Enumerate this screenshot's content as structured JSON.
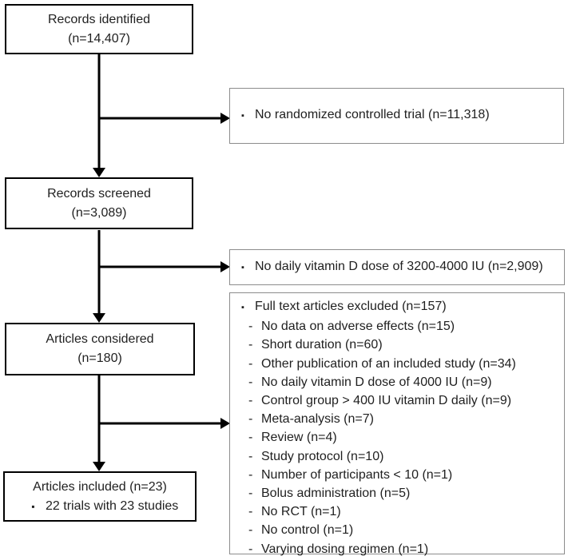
{
  "colors": {
    "background": "#ffffff",
    "text": "#1f1f1f",
    "box_border": "#000000",
    "exclusion_border": "#8c8c8c",
    "arrow": "#000000"
  },
  "glyphs": {
    "square_bullet": "▪",
    "dash": "-"
  },
  "boxes": {
    "records_identified": {
      "line1": "Records identified",
      "line2": "(n=14,407)"
    },
    "records_screened": {
      "line1": "Records screened",
      "line2": "(n=3,089)"
    },
    "articles_considered": {
      "line1": "Articles considered",
      "line2": "(n=180)"
    },
    "articles_included": {
      "line1": "Articles included (n=23)",
      "line2": "22 trials with 23 studies"
    }
  },
  "exclusions": {
    "no_rct": {
      "label": "No randomized controlled trial (n=11,318)"
    },
    "no_dose": {
      "label": "No daily vitamin D dose of 3200-4000 IU (n=2,909)"
    },
    "full_text": {
      "header": "Full text articles excluded (n=157)",
      "items": [
        "No data on adverse effects (n=15)",
        "Short duration (n=60)",
        "Other publication of an included study (n=34)",
        "No daily vitamin D dose of 4000 IU (n=9)",
        "Control group > 400 IU vitamin D daily (n=9)",
        "Meta-analysis (n=7)",
        "Review (n=4)",
        "Study protocol (n=10)",
        "Number of participants < 10 (n=1)",
        "Bolus administration (n=5)",
        "No RCT (n=1)",
        "No control (n=1)",
        "Varying dosing regimen (n=1)"
      ]
    }
  }
}
